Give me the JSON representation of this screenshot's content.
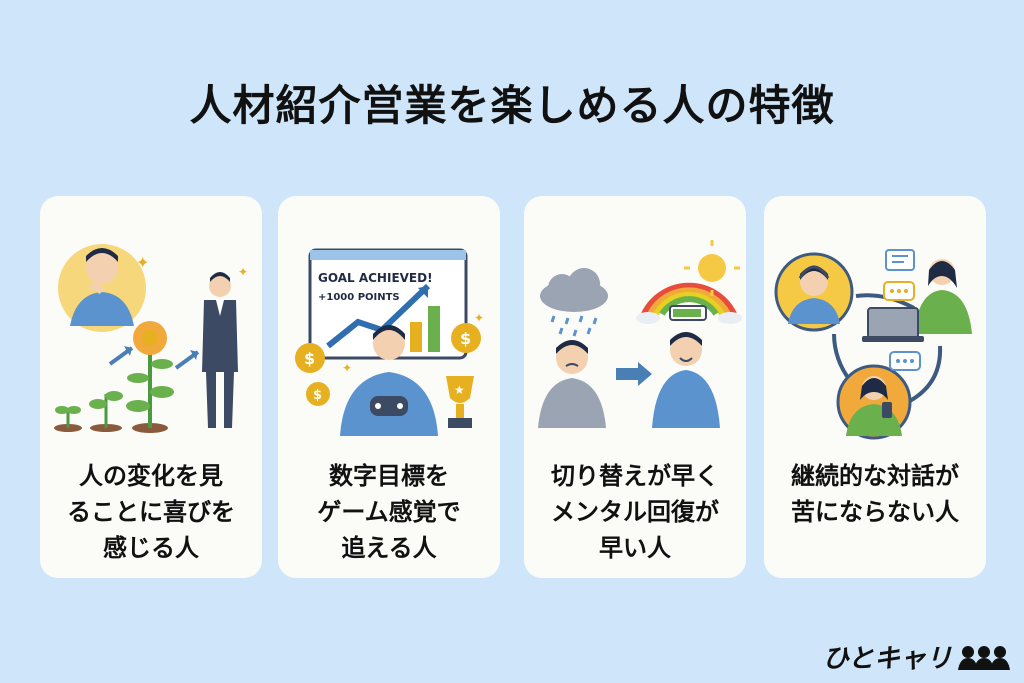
{
  "page": {
    "title": "人材紹介営業を楽しめる人の特徴"
  },
  "cards": [
    {
      "lines": [
        "人の変化を見",
        "ることに喜びを",
        "感じる人"
      ]
    },
    {
      "lines": [
        "数字目標を",
        "ゲーム感覚で",
        "追える人"
      ],
      "screen_text": [
        "GOAL ACHIEVED!",
        "+1000 POINTS"
      ]
    },
    {
      "lines": [
        "切り替えが早く",
        "メンタル回復が",
        "早い人"
      ]
    },
    {
      "lines": [
        "継続的な対話が",
        "苦にならない人"
      ]
    }
  ],
  "brand": {
    "logo_text": "ひとキャリ"
  },
  "colors": {
    "background": "#cfe6fa",
    "card": "#fbfbf8",
    "text": "#111111",
    "shirt": "#5b93cf",
    "gold": "#e6b021",
    "green": "#6ab04c"
  }
}
